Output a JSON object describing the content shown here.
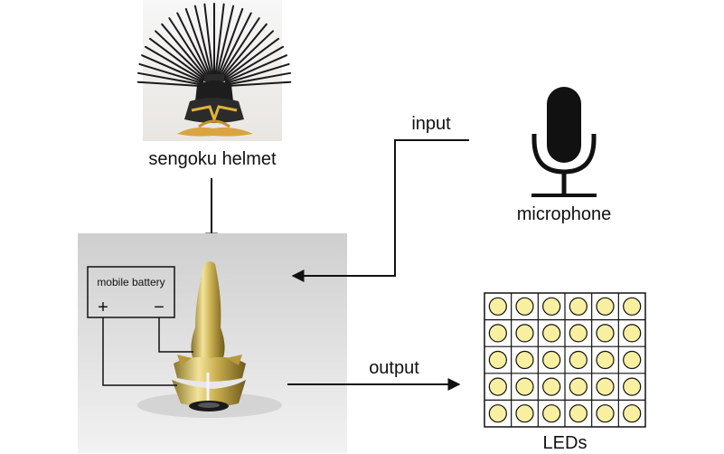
{
  "labels": {
    "helmet": "sengoku helmet",
    "microphone": "microphone",
    "input": "input",
    "output": "output",
    "leds": "LEDs",
    "battery": "mobile battery",
    "battery_plus": "+",
    "battery_minus": "−"
  },
  "icons": {
    "helmet_photo": "sengoku-helmet-photo",
    "microphone": "microphone-icon",
    "device": "gold-helmet-render",
    "led_matrix": "led-matrix"
  },
  "led_matrix": {
    "rows": 5,
    "cols": 6
  },
  "colors": {
    "line": "#111111",
    "led_fill": "#f8f0a0",
    "render_bg": "#dcdcdc",
    "gold": "#d9c36a"
  }
}
